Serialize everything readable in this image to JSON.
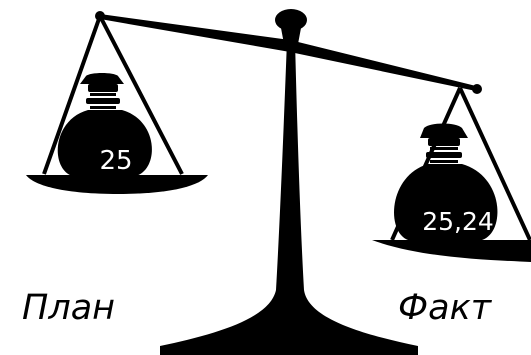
{
  "left_pan": {
    "caption": "План",
    "bag_value": "25"
  },
  "right_pan": {
    "caption": "Факт",
    "bag_value": "25,24"
  },
  "colors": {
    "ink": "#000000",
    "background": "#ffffff",
    "bag_text": "#ffffff"
  }
}
